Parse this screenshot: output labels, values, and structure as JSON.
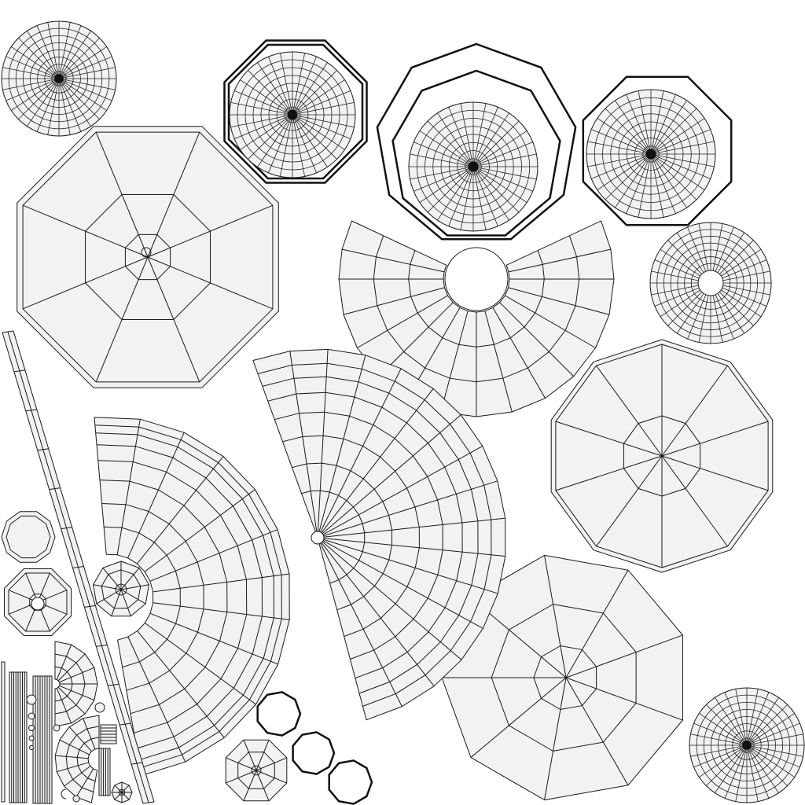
{
  "title": "",
  "colors": {
    "background": "#ffffff",
    "fill": "#f2f2f2",
    "stroke": "#1a1a1a"
  },
  "items": [
    {
      "name": "radial-disc",
      "kind": "disc"
    },
    {
      "name": "octagon-with-radial-disc",
      "kind": "framed-disc"
    },
    {
      "name": "nonagon-ring-with-radial-disc",
      "kind": "framed-disc"
    },
    {
      "name": "octagon-frame-with-radial-disc",
      "kind": "framed-disc"
    },
    {
      "name": "large-octagon-cap",
      "kind": "polygon-cap"
    },
    {
      "name": "annular-fan",
      "kind": "fan"
    },
    {
      "name": "ring-disc",
      "kind": "disc"
    },
    {
      "name": "decagon-cap",
      "kind": "polygon-cap"
    },
    {
      "name": "quarter-fan",
      "kind": "fan"
    },
    {
      "name": "wide-fan",
      "kind": "fan"
    },
    {
      "name": "nonagon-cap",
      "kind": "polygon-cap"
    },
    {
      "name": "small-parts",
      "kind": "misc"
    }
  ]
}
